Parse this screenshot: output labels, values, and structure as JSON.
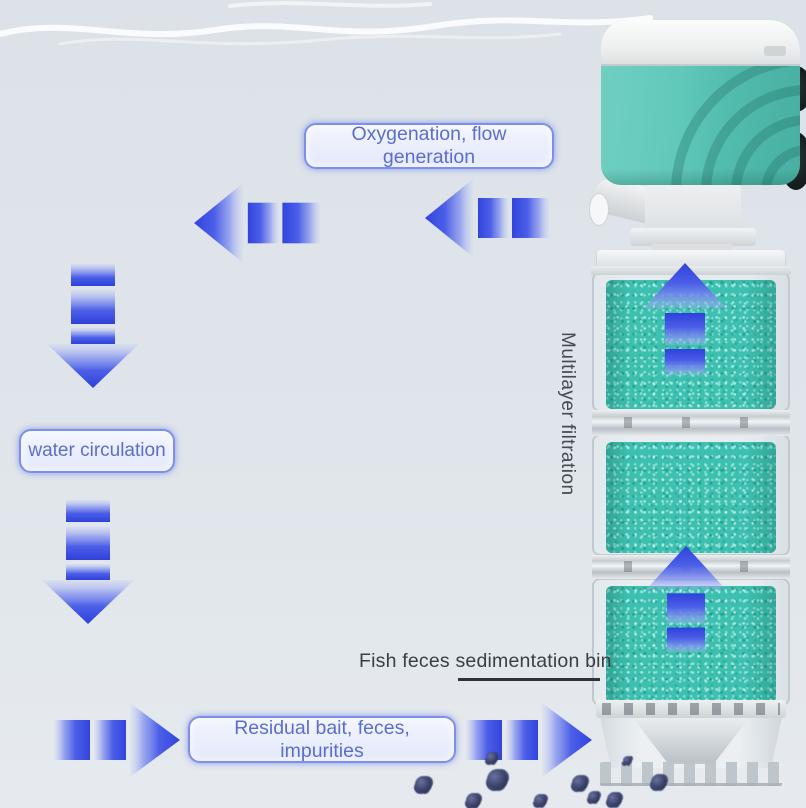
{
  "scene": {
    "description": "Aquarium internal filter water-flow cycle diagram"
  },
  "labels": {
    "oxygenation": "Oxygenation, flow generation",
    "water_circulation": "water circulation",
    "residual_bait": "Residual bait, feces, impurities",
    "sedimentation_bin": "Fish feces sedimentation bin",
    "multilayer_filtration": "Multilayer filtration"
  },
  "colors": {
    "background_top": "#dce2e8",
    "background_bottom": "#e6eaee",
    "arrow_blue": "#3c4fe0",
    "label_text": "#5b6ecb",
    "label_border": "#7d8fe9",
    "pump_teal": "#58c3b5",
    "sponge_teal": "#3ec0b0",
    "annotation_text": "#383f45",
    "particle_color": "#394068"
  },
  "icons": {
    "flow_arrows": [
      "flow-arrow-left-inner-icon",
      "flow-arrow-left-outer-icon",
      "flow-arrow-down-upper-icon",
      "flow-arrow-down-lower-icon",
      "flow-arrow-right-left-icon",
      "flow-arrow-right-center-icon",
      "flow-arrow-up-top-chamber-icon",
      "flow-arrow-up-bottom-chamber-icon"
    ]
  }
}
